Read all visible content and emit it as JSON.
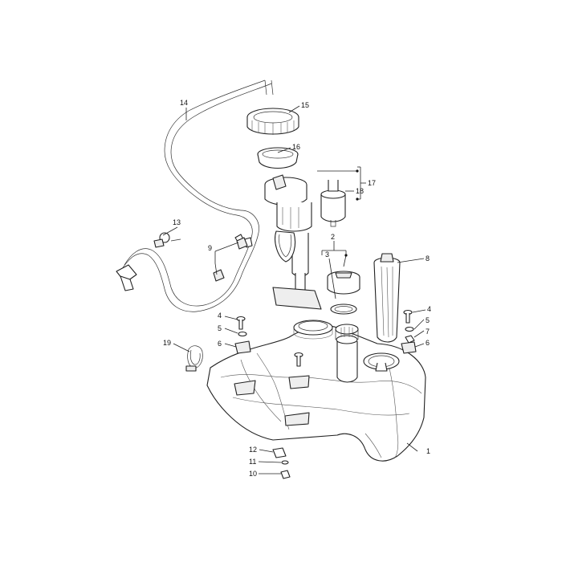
{
  "callouts": {
    "c1": "1",
    "c2": "2",
    "c3": "3",
    "c4a": "4",
    "c4b": "4",
    "c5a": "5",
    "c5b": "5",
    "c6a": "6",
    "c6b": "6",
    "c7": "7",
    "c8": "8",
    "c9": "9",
    "c10": "10",
    "c11": "11",
    "c12": "12",
    "c13": "13",
    "c14": "14",
    "c15": "15",
    "c16": "16",
    "c17": "17",
    "c18": "18",
    "c19": "19"
  }
}
